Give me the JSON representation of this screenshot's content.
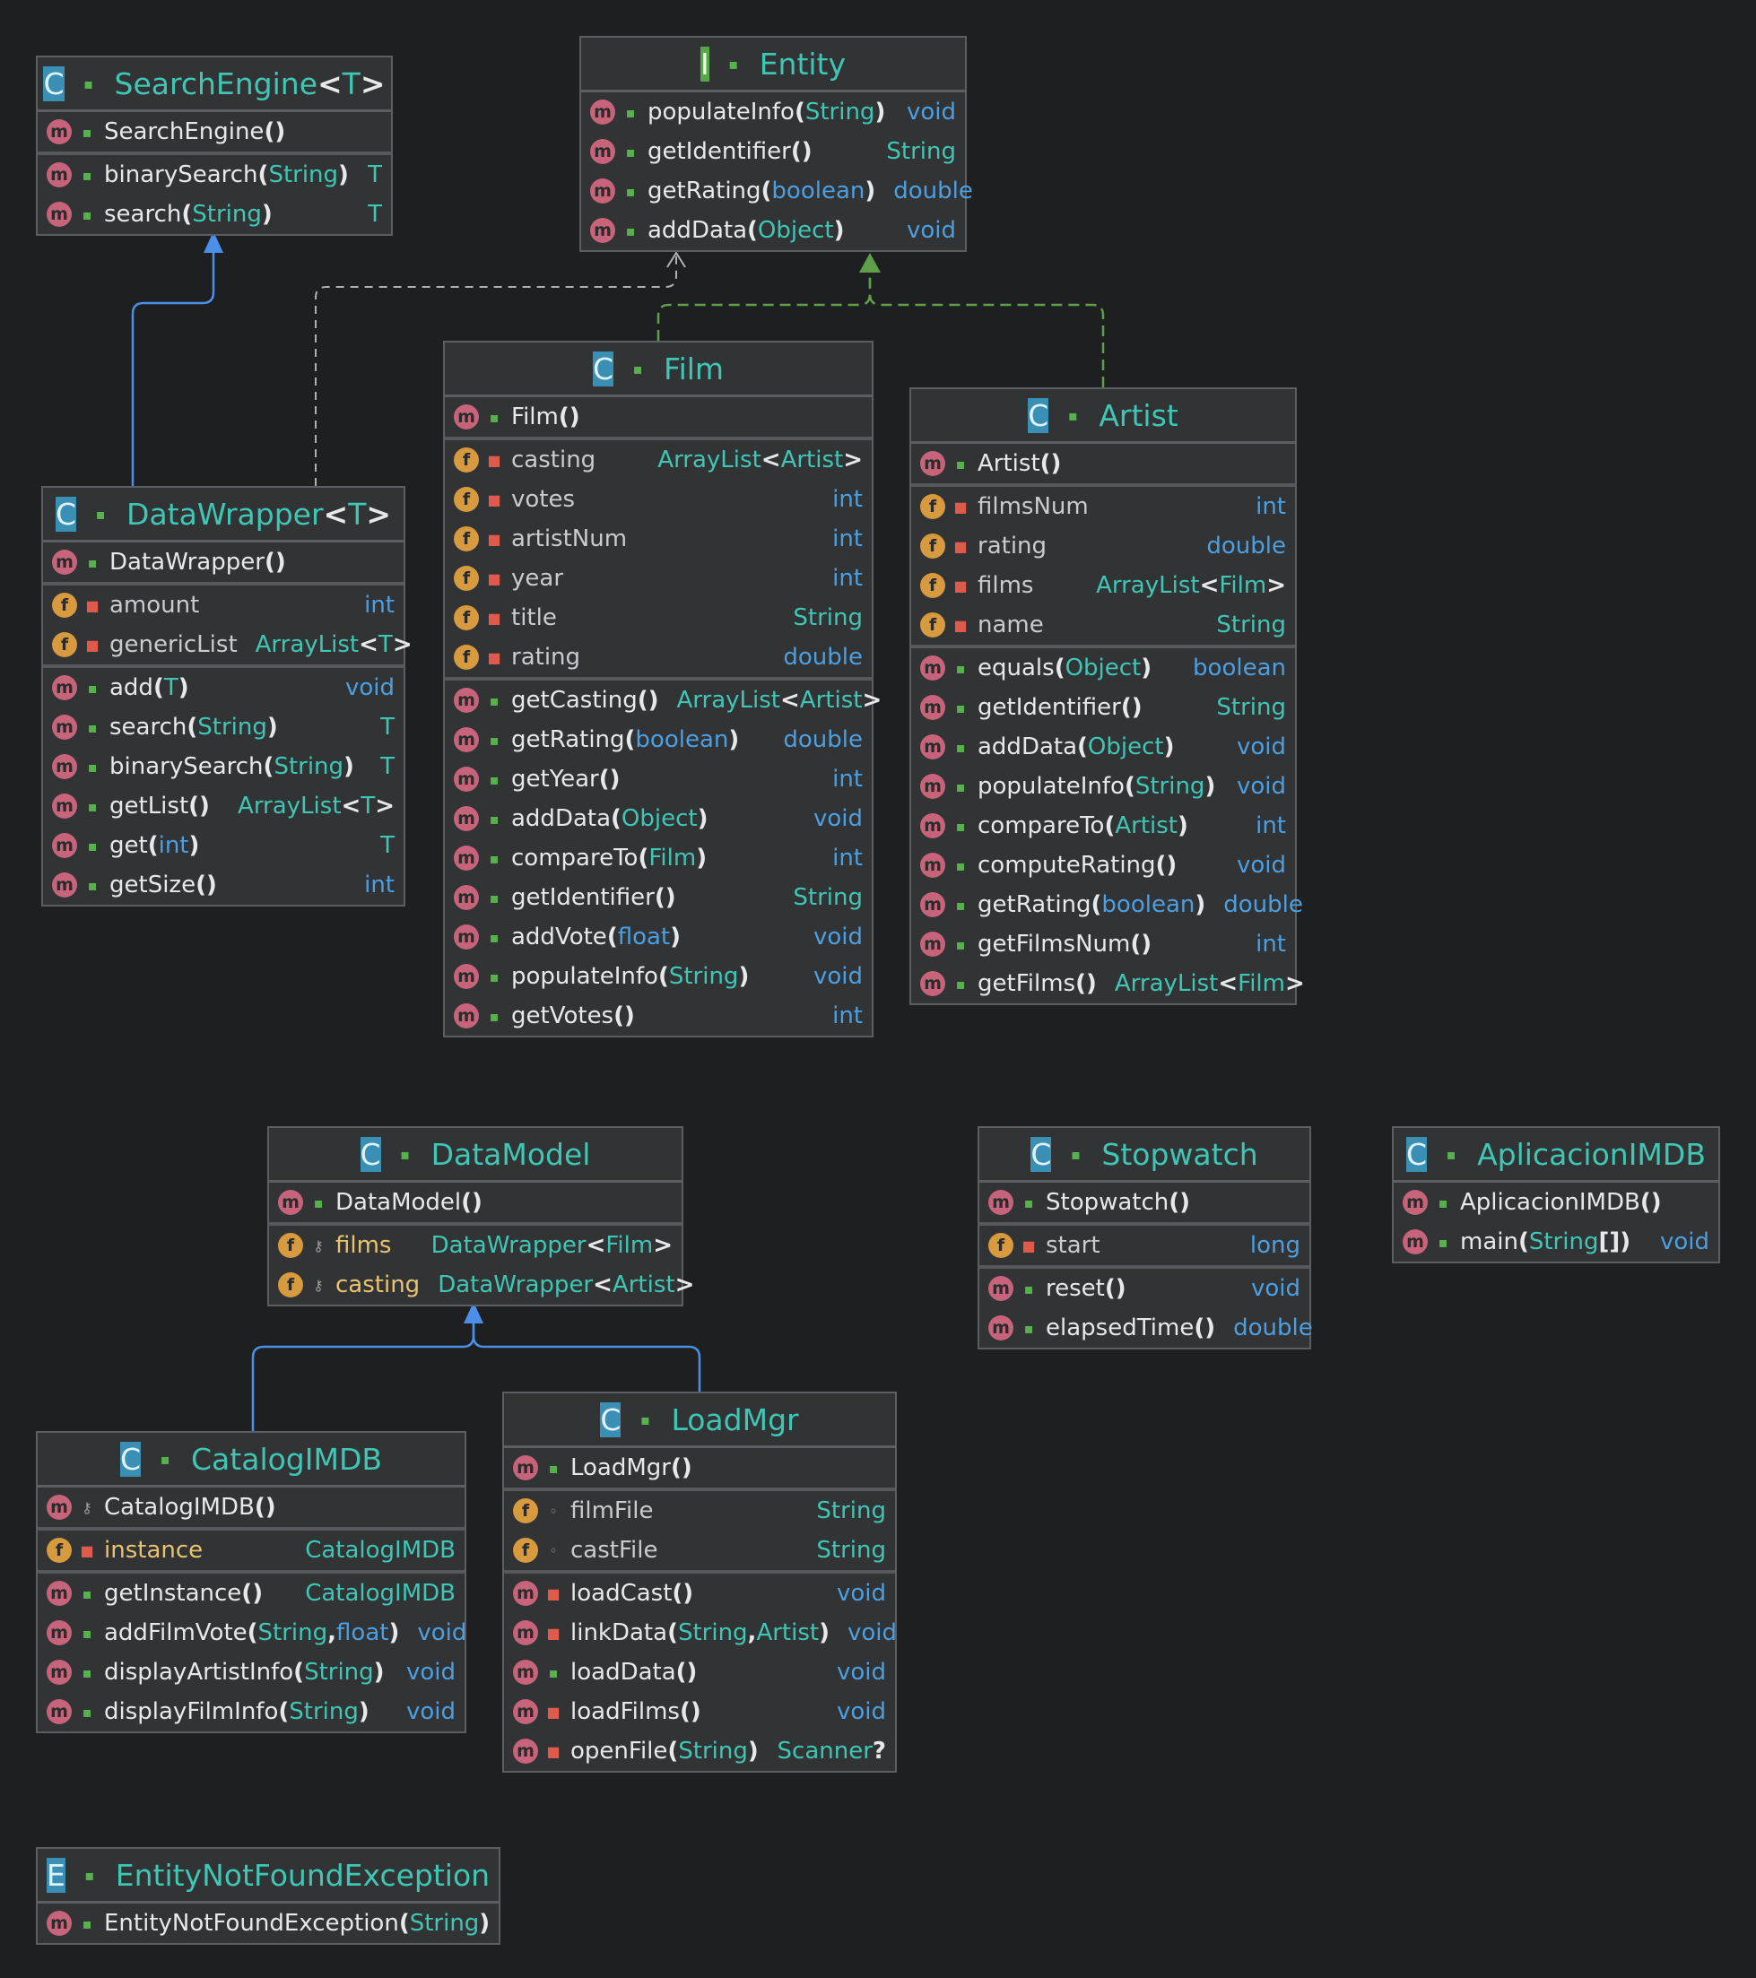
{
  "colors": {
    "background": "#1e1f20",
    "box_fill": "#313335",
    "class_name": "#3fc6b5",
    "primitive_type": "#4c9fe0",
    "method_icon": "#c7647b",
    "field_icon": "#d79a3e",
    "class_icon": "#3a8fb5",
    "interface_icon": "#57a64a",
    "extends_edge": "#4c8fe8",
    "implements_edge": "#5ea04a",
    "dependency_edge": "#aeb2b6"
  },
  "nodes": [
    {
      "id": "SearchEngine",
      "kind": "abstract-class",
      "icon": "C",
      "title": "SearchEngine",
      "generic": "T",
      "sections": [
        [
          {
            "kind": "m",
            "vis": "pub",
            "name": "SearchEngine",
            "params": [],
            "ret": ""
          }
        ],
        [
          {
            "kind": "m",
            "vis": "pub",
            "name": "binarySearch",
            "params": [
              {
                "t": "String"
              }
            ],
            "ret": "T"
          },
          {
            "kind": "m",
            "vis": "pub",
            "name": "search",
            "params": [
              {
                "t": "String"
              }
            ],
            "ret": "T"
          }
        ]
      ]
    },
    {
      "id": "Entity",
      "kind": "interface",
      "icon": "I",
      "title": "Entity",
      "generic": "",
      "sections": [
        [
          {
            "kind": "m",
            "vis": "pub",
            "name": "populateInfo",
            "params": [
              {
                "t": "String"
              }
            ],
            "ret": "void",
            "retPrim": true
          },
          {
            "kind": "m",
            "vis": "pub",
            "name": "getIdentifier",
            "params": [],
            "ret": "String"
          },
          {
            "kind": "m",
            "vis": "pub",
            "name": "getRating",
            "params": [
              {
                "t": "boolean",
                "prim": true
              }
            ],
            "ret": "double",
            "retPrim": true
          },
          {
            "kind": "m",
            "vis": "pub",
            "name": "addData",
            "params": [
              {
                "t": "Object"
              }
            ],
            "ret": "void",
            "retPrim": true
          }
        ]
      ]
    },
    {
      "id": "Film",
      "kind": "class",
      "icon": "C",
      "title": "Film",
      "generic": "",
      "sections": [
        [
          {
            "kind": "m",
            "vis": "pub",
            "name": "Film",
            "params": [],
            "ret": ""
          }
        ],
        [
          {
            "kind": "f",
            "vis": "priv",
            "name": "casting",
            "ret": "ArrayList<Artist>"
          },
          {
            "kind": "f",
            "vis": "priv",
            "name": "votes",
            "ret": "int",
            "retPrim": true
          },
          {
            "kind": "f",
            "vis": "priv",
            "name": "artistNum",
            "ret": "int",
            "retPrim": true
          },
          {
            "kind": "f",
            "vis": "priv",
            "name": "year",
            "ret": "int",
            "retPrim": true
          },
          {
            "kind": "f",
            "vis": "priv",
            "name": "title",
            "ret": "String"
          },
          {
            "kind": "f",
            "vis": "priv",
            "name": "rating",
            "ret": "double",
            "retPrim": true
          }
        ],
        [
          {
            "kind": "m",
            "vis": "pub",
            "name": "getCasting",
            "params": [],
            "ret": "ArrayList<Artist>"
          },
          {
            "kind": "m",
            "vis": "pub",
            "name": "getRating",
            "params": [
              {
                "t": "boolean",
                "prim": true
              }
            ],
            "ret": "double",
            "retPrim": true
          },
          {
            "kind": "m",
            "vis": "pub",
            "name": "getYear",
            "params": [],
            "ret": "int",
            "retPrim": true
          },
          {
            "kind": "m",
            "vis": "pub",
            "name": "addData",
            "params": [
              {
                "t": "Object"
              }
            ],
            "ret": "void",
            "retPrim": true
          },
          {
            "kind": "m",
            "vis": "pub",
            "name": "compareTo",
            "params": [
              {
                "t": "Film"
              }
            ],
            "ret": "int",
            "retPrim": true
          },
          {
            "kind": "m",
            "vis": "pub",
            "name": "getIdentifier",
            "params": [],
            "ret": "String"
          },
          {
            "kind": "m",
            "vis": "pub",
            "name": "addVote",
            "params": [
              {
                "t": "float",
                "prim": true
              }
            ],
            "ret": "void",
            "retPrim": true
          },
          {
            "kind": "m",
            "vis": "pub",
            "name": "populateInfo",
            "params": [
              {
                "t": "String"
              }
            ],
            "ret": "void",
            "retPrim": true
          },
          {
            "kind": "m",
            "vis": "pub",
            "name": "getVotes",
            "params": [],
            "ret": "int",
            "retPrim": true
          }
        ]
      ]
    },
    {
      "id": "Artist",
      "kind": "class",
      "icon": "C",
      "title": "Artist",
      "generic": "",
      "sections": [
        [
          {
            "kind": "m",
            "vis": "pub",
            "name": "Artist",
            "params": [],
            "ret": ""
          }
        ],
        [
          {
            "kind": "f",
            "vis": "priv",
            "name": "filmsNum",
            "ret": "int",
            "retPrim": true
          },
          {
            "kind": "f",
            "vis": "priv",
            "name": "rating",
            "ret": "double",
            "retPrim": true
          },
          {
            "kind": "f",
            "vis": "priv",
            "name": "films",
            "ret": "ArrayList<Film>"
          },
          {
            "kind": "f",
            "vis": "priv",
            "name": "name",
            "ret": "String"
          }
        ],
        [
          {
            "kind": "m",
            "vis": "pub",
            "name": "equals",
            "params": [
              {
                "t": "Object"
              }
            ],
            "ret": "boolean",
            "retPrim": true
          },
          {
            "kind": "m",
            "vis": "pub",
            "name": "getIdentifier",
            "params": [],
            "ret": "String"
          },
          {
            "kind": "m",
            "vis": "pub",
            "name": "addData",
            "params": [
              {
                "t": "Object"
              }
            ],
            "ret": "void",
            "retPrim": true
          },
          {
            "kind": "m",
            "vis": "pub",
            "name": "populateInfo",
            "params": [
              {
                "t": "String"
              }
            ],
            "ret": "void",
            "retPrim": true
          },
          {
            "kind": "m",
            "vis": "pub",
            "name": "compareTo",
            "params": [
              {
                "t": "Artist"
              }
            ],
            "ret": "int",
            "retPrim": true
          },
          {
            "kind": "m",
            "vis": "pub",
            "name": "computeRating",
            "params": [],
            "ret": "void",
            "retPrim": true
          },
          {
            "kind": "m",
            "vis": "pub",
            "name": "getRating",
            "params": [
              {
                "t": "boolean",
                "prim": true
              }
            ],
            "ret": "double",
            "retPrim": true
          },
          {
            "kind": "m",
            "vis": "pub",
            "name": "getFilmsNum",
            "params": [],
            "ret": "int",
            "retPrim": true
          },
          {
            "kind": "m",
            "vis": "pub",
            "name": "getFilms",
            "params": [],
            "ret": "ArrayList<Film>"
          }
        ]
      ]
    },
    {
      "id": "DataWrapper",
      "kind": "class",
      "icon": "C",
      "title": "DataWrapper",
      "generic": "T",
      "sections": [
        [
          {
            "kind": "m",
            "vis": "pub",
            "name": "DataWrapper",
            "params": [],
            "ret": ""
          }
        ],
        [
          {
            "kind": "f",
            "vis": "priv",
            "name": "amount",
            "ret": "int",
            "retPrim": true
          },
          {
            "kind": "f",
            "vis": "priv",
            "name": "genericList",
            "ret": "ArrayList<T>"
          }
        ],
        [
          {
            "kind": "m",
            "vis": "pub",
            "name": "add",
            "params": [
              {
                "t": "T"
              }
            ],
            "ret": "void",
            "retPrim": true
          },
          {
            "kind": "m",
            "vis": "pub",
            "name": "search",
            "params": [
              {
                "t": "String"
              }
            ],
            "ret": "T"
          },
          {
            "kind": "m",
            "vis": "pub",
            "name": "binarySearch",
            "params": [
              {
                "t": "String"
              }
            ],
            "ret": "T"
          },
          {
            "kind": "m",
            "vis": "pub",
            "name": "getList",
            "params": [],
            "ret": "ArrayList<T>"
          },
          {
            "kind": "m",
            "vis": "pub",
            "name": "get",
            "params": [
              {
                "t": "int",
                "prim": true
              }
            ],
            "ret": "T"
          },
          {
            "kind": "m",
            "vis": "pub",
            "name": "getSize",
            "params": [],
            "ret": "int",
            "retPrim": true
          }
        ]
      ]
    },
    {
      "id": "DataModel",
      "kind": "abstract-class",
      "icon": "C",
      "title": "DataModel",
      "generic": "",
      "sections": [
        [
          {
            "kind": "m",
            "vis": "pub",
            "name": "DataModel",
            "params": [],
            "ret": ""
          }
        ],
        [
          {
            "kind": "f",
            "vis": "prot",
            "name": "films",
            "ret": "DataWrapper<Film>",
            "hl": true
          },
          {
            "kind": "f",
            "vis": "prot",
            "name": "casting",
            "ret": "DataWrapper<Artist>",
            "hl": true
          }
        ]
      ]
    },
    {
      "id": "Stopwatch",
      "kind": "class",
      "icon": "C",
      "title": "Stopwatch",
      "generic": "",
      "sections": [
        [
          {
            "kind": "m",
            "vis": "pub",
            "name": "Stopwatch",
            "params": [],
            "ret": ""
          }
        ],
        [
          {
            "kind": "f",
            "vis": "priv",
            "name": "start",
            "ret": "long",
            "retPrim": true
          }
        ],
        [
          {
            "kind": "m",
            "vis": "pub",
            "name": "reset",
            "params": [],
            "ret": "void",
            "retPrim": true
          },
          {
            "kind": "m",
            "vis": "pub",
            "name": "elapsedTime",
            "params": [],
            "ret": "double",
            "retPrim": true
          }
        ]
      ]
    },
    {
      "id": "AplicacionIMDB",
      "kind": "class",
      "icon": "C",
      "title": "AplicacionIMDB",
      "generic": "",
      "sections": [
        [
          {
            "kind": "m",
            "vis": "pub",
            "name": "AplicacionIMDB",
            "params": [],
            "ret": ""
          },
          {
            "kind": "m",
            "vis": "pub",
            "name": "main",
            "params": [
              {
                "t": "String[]"
              }
            ],
            "ret": "void",
            "retPrim": true
          }
        ]
      ]
    },
    {
      "id": "CatalogIMDB",
      "kind": "class",
      "icon": "C",
      "title": "CatalogIMDB",
      "generic": "",
      "sections": [
        [
          {
            "kind": "m",
            "vis": "prot",
            "name": "CatalogIMDB",
            "params": [],
            "ret": ""
          }
        ],
        [
          {
            "kind": "f",
            "vis": "priv",
            "name": "instance",
            "ret": "CatalogIMDB",
            "hl": true
          }
        ],
        [
          {
            "kind": "m",
            "vis": "pub",
            "name": "getInstance",
            "params": [],
            "ret": "CatalogIMDB"
          },
          {
            "kind": "m",
            "vis": "pub",
            "name": "addFilmVote",
            "params": [
              {
                "t": "String"
              },
              {
                "t": "float",
                "prim": true
              }
            ],
            "ret": "void",
            "retPrim": true
          },
          {
            "kind": "m",
            "vis": "pub",
            "name": "displayArtistInfo",
            "params": [
              {
                "t": "String"
              }
            ],
            "ret": "void",
            "retPrim": true
          },
          {
            "kind": "m",
            "vis": "pub",
            "name": "displayFilmInfo",
            "params": [
              {
                "t": "String"
              }
            ],
            "ret": "void",
            "retPrim": true
          }
        ]
      ]
    },
    {
      "id": "LoadMgr",
      "kind": "class",
      "icon": "C",
      "title": "LoadMgr",
      "generic": "",
      "sections": [
        [
          {
            "kind": "m",
            "vis": "pub",
            "name": "LoadMgr",
            "params": [],
            "ret": ""
          }
        ],
        [
          {
            "kind": "f",
            "vis": "pkg",
            "name": "filmFile",
            "ret": "String"
          },
          {
            "kind": "f",
            "vis": "pkg",
            "name": "castFile",
            "ret": "String"
          }
        ],
        [
          {
            "kind": "m",
            "vis": "priv",
            "name": "loadCast",
            "params": [],
            "ret": "void",
            "retPrim": true
          },
          {
            "kind": "m",
            "vis": "priv",
            "name": "linkData",
            "params": [
              {
                "t": "String"
              },
              {
                "t": "Artist"
              }
            ],
            "ret": "void",
            "retPrim": true
          },
          {
            "kind": "m",
            "vis": "pub",
            "name": "loadData",
            "params": [],
            "ret": "void",
            "retPrim": true
          },
          {
            "kind": "m",
            "vis": "priv",
            "name": "loadFilms",
            "params": [],
            "ret": "void",
            "retPrim": true
          },
          {
            "kind": "m",
            "vis": "priv",
            "name": "openFile",
            "params": [
              {
                "t": "String"
              }
            ],
            "ret": "Scanner?"
          }
        ]
      ]
    },
    {
      "id": "EntityNotFoundException",
      "kind": "exception",
      "icon": "E",
      "title": "EntityNotFoundException",
      "generic": "",
      "sections": [
        [
          {
            "kind": "m",
            "vis": "pub",
            "name": "EntityNotFoundException",
            "params": [
              {
                "t": "String"
              }
            ],
            "ret": ""
          }
        ]
      ]
    }
  ],
  "edges": [
    {
      "from": "DataWrapper",
      "to": "SearchEngine",
      "type": "extends"
    },
    {
      "from": "DataWrapper",
      "to": "Entity",
      "type": "dependency"
    },
    {
      "from": "Film",
      "to": "Entity",
      "type": "implements"
    },
    {
      "from": "Artist",
      "to": "Entity",
      "type": "implements"
    },
    {
      "from": "CatalogIMDB",
      "to": "DataModel",
      "type": "extends"
    },
    {
      "from": "LoadMgr",
      "to": "DataModel",
      "type": "extends"
    }
  ]
}
